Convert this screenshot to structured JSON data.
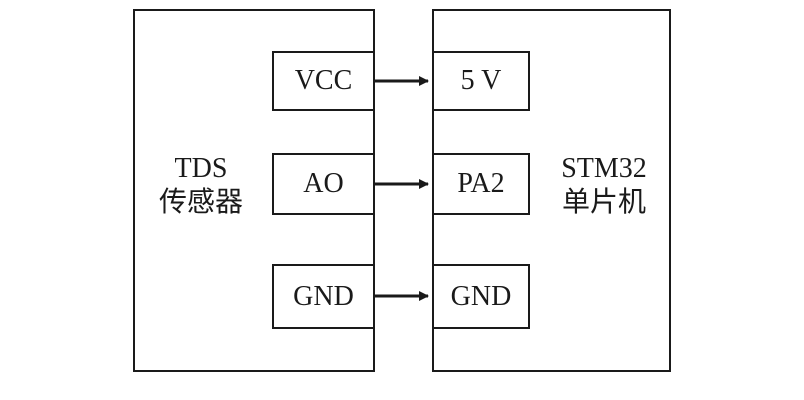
{
  "sensor": {
    "name_line1": "TDS",
    "name_line2": "传感器",
    "pins": [
      "VCC",
      "AO",
      "GND"
    ]
  },
  "mcu": {
    "name_line1": "STM32",
    "name_line2": "单片机",
    "pins": [
      "5 V",
      "PA2",
      "GND"
    ]
  },
  "connections": [
    {
      "from": "VCC",
      "to": "5 V"
    },
    {
      "from": "AO",
      "to": "PA2"
    },
    {
      "from": "GND",
      "to": "GND"
    }
  ],
  "colors": {
    "line": "#1a1a1a",
    "background": "#ffffff"
  }
}
